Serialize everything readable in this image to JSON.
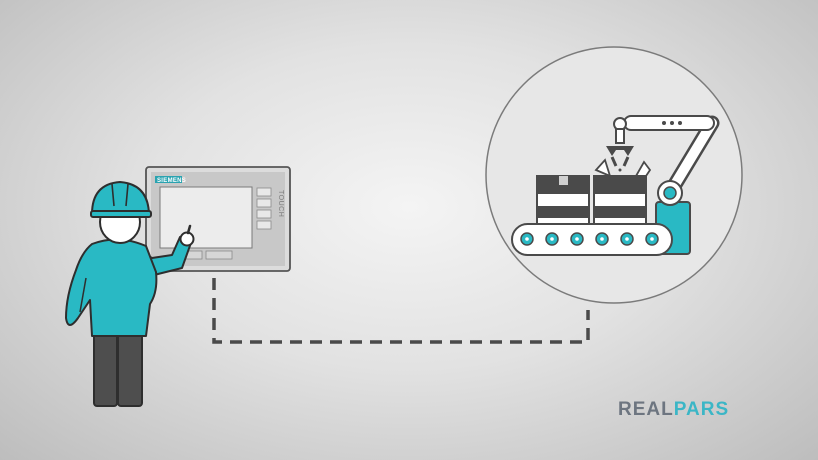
{
  "hmi": {
    "brand": "SIEMENS",
    "model": "TOUCH"
  },
  "logo": {
    "part1": "REAL",
    "part2": "PARS"
  },
  "colors": {
    "accent": "#29b9c4",
    "dark": "#4a4a4a",
    "outline": "#3a3a3a",
    "logo_grey": "#6d7580",
    "logo_teal": "#3bb6c6"
  },
  "icons": [
    "operator-figure",
    "hmi-touch-panel",
    "robot-arm",
    "conveyor-belt",
    "box"
  ]
}
